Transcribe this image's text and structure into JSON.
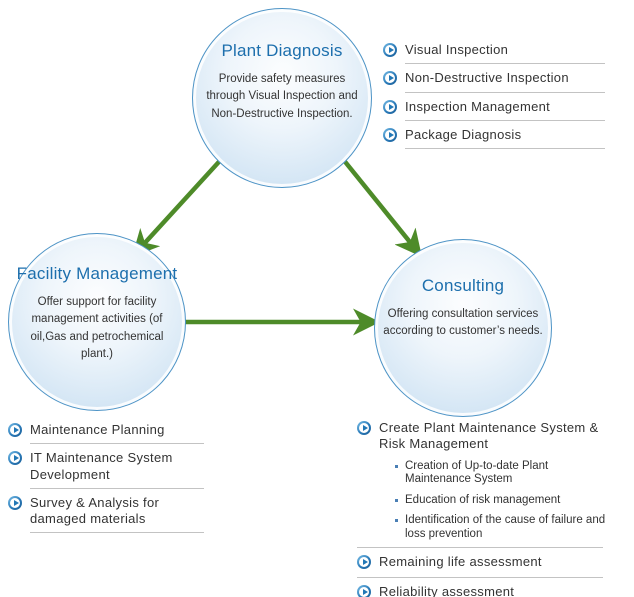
{
  "diagram": {
    "nodes": {
      "plant_diagnosis": {
        "title": "Plant Diagnosis",
        "description": "Provide safety measures through Visual Inspection and Non-Destructive Inspection."
      },
      "facility_management": {
        "title": "Facility Management",
        "description": "Offer support for facility management activities (of oil,Gas and petrochemical plant.)"
      },
      "consulting": {
        "title": "Consulting",
        "description": "Offering consultation services according to customer’s needs."
      }
    },
    "connections": [
      "plant_diagnosis <-> facility_management",
      "plant_diagnosis <-> consulting",
      "facility_management <-> consulting"
    ]
  },
  "lists": {
    "plant_diagnosis": {
      "items": [
        "Visual Inspection",
        "Non-Destructive Inspection",
        "Inspection Management",
        "Package Diagnosis"
      ]
    },
    "facility_management": {
      "items": [
        "Maintenance Planning",
        "IT Maintenance System Development",
        "Survey & Analysis for damaged materials"
      ]
    },
    "consulting": {
      "items": [
        {
          "label": "Create Plant Maintenance System & Risk Management",
          "sub_items": [
            "Creation of Up-to-date Plant Maintenance System",
            "Education of risk management",
            "Identification of the cause of failure and loss prevention"
          ]
        },
        {
          "label": "Remaining life assessment",
          "sub_items": []
        },
        {
          "label": "Reliability assessment",
          "sub_items": []
        }
      ]
    }
  },
  "colors": {
    "title_blue": "#1d6fad",
    "icon_blue": "#2a7ab8",
    "circle_border": "#4e94c6",
    "circle_fill": "#d6e7f5",
    "arrow_green": "#4e8b29",
    "text": "#333333",
    "separator": "#c3c3c3"
  },
  "icons": {
    "list_bullet": "play-circle-icon",
    "sub_bullet": "square-dot-icon"
  }
}
